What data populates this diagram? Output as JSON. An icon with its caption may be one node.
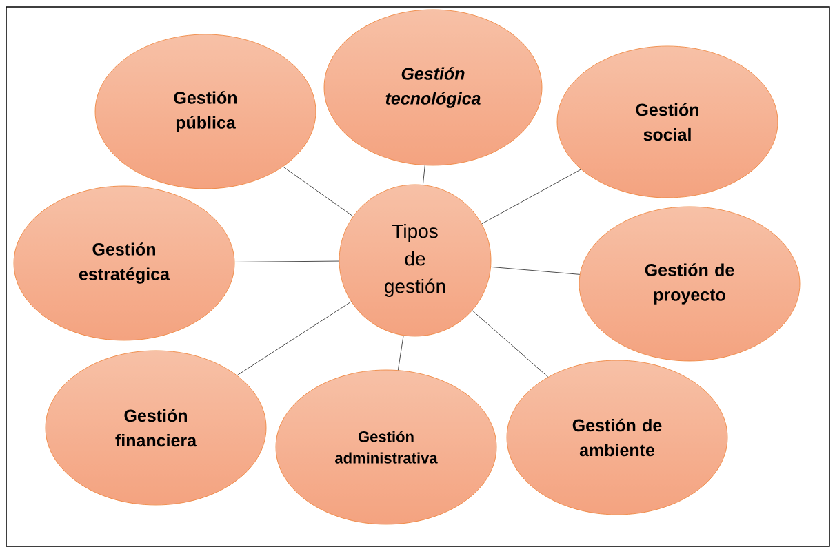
{
  "diagram": {
    "nodes": [
      {
        "text": [
          "Gestión pública"
        ]
      },
      {
        "text": [
          "Gestión tecnológica"
        ]
      },
      {
        "text": [
          "Gestión social"
        ]
      },
      {
        "text": [
          "Gestión estratégica"
        ]
      },
      {
        "text": [
          "Tipos de gestión"
        ]
      },
      {
        "text": [
          "Gestión de proyecto"
        ]
      },
      {
        "text": [
          "Gestión financiera"
        ]
      },
      {
        "text": [
          "Gestión administrativa"
        ]
      },
      {
        "text": [
          "Gestión de ambiente"
        ]
      }
    ],
    "edges": [
      {
        "from": 4,
        "to": 0,
        "arrow": "none"
      },
      {
        "from": 4,
        "to": 1,
        "arrow": "none"
      },
      {
        "from": 4,
        "to": 2,
        "arrow": "none"
      },
      {
        "from": 4,
        "to": 3,
        "arrow": "none"
      },
      {
        "from": 4,
        "to": 5,
        "arrow": "none"
      },
      {
        "from": 4,
        "to": 6,
        "arrow": "none"
      },
      {
        "from": 4,
        "to": 7,
        "arrow": "none"
      },
      {
        "from": 4,
        "to": 8,
        "arrow": "none"
      }
    ]
  }
}
